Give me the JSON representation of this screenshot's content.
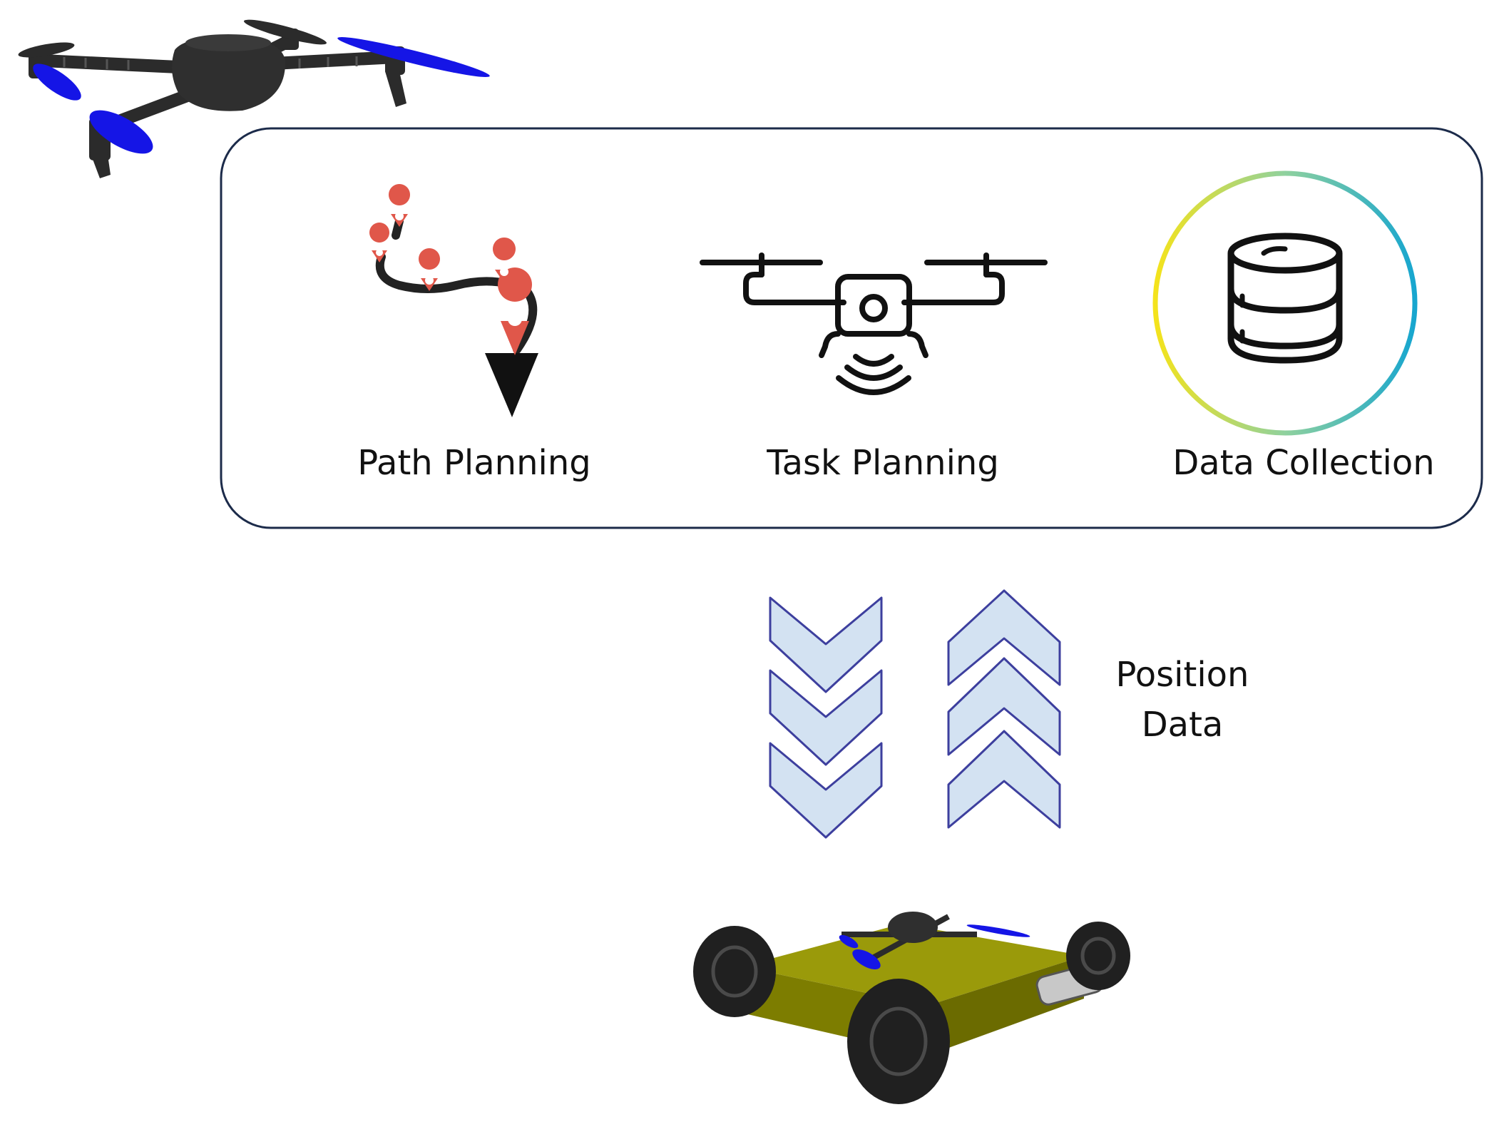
{
  "modules": {
    "path_planning": {
      "label": "Path Planning",
      "icon": "route-pins-icon"
    },
    "task_planning": {
      "label": "Task Planning",
      "icon": "camera-drone-icon"
    },
    "data_collection": {
      "label": "Data Collection",
      "icon": "database-icon"
    }
  },
  "link": {
    "label_line1": "Position",
    "label_line2": "Data"
  },
  "colors": {
    "panel_border": "#1c2b4a",
    "pin": "#e0574a",
    "chevron_fill": "#d3e2f2",
    "chevron_stroke": "#3d3f9e",
    "drone_body": "#2b2b2b",
    "propeller": "#1515e6",
    "rover_body": "#8c8c00"
  },
  "illustrations": {
    "aerial_drone": "quadcopter-drone-image",
    "ground_robot": "mecanum-rover-with-drone-image"
  }
}
